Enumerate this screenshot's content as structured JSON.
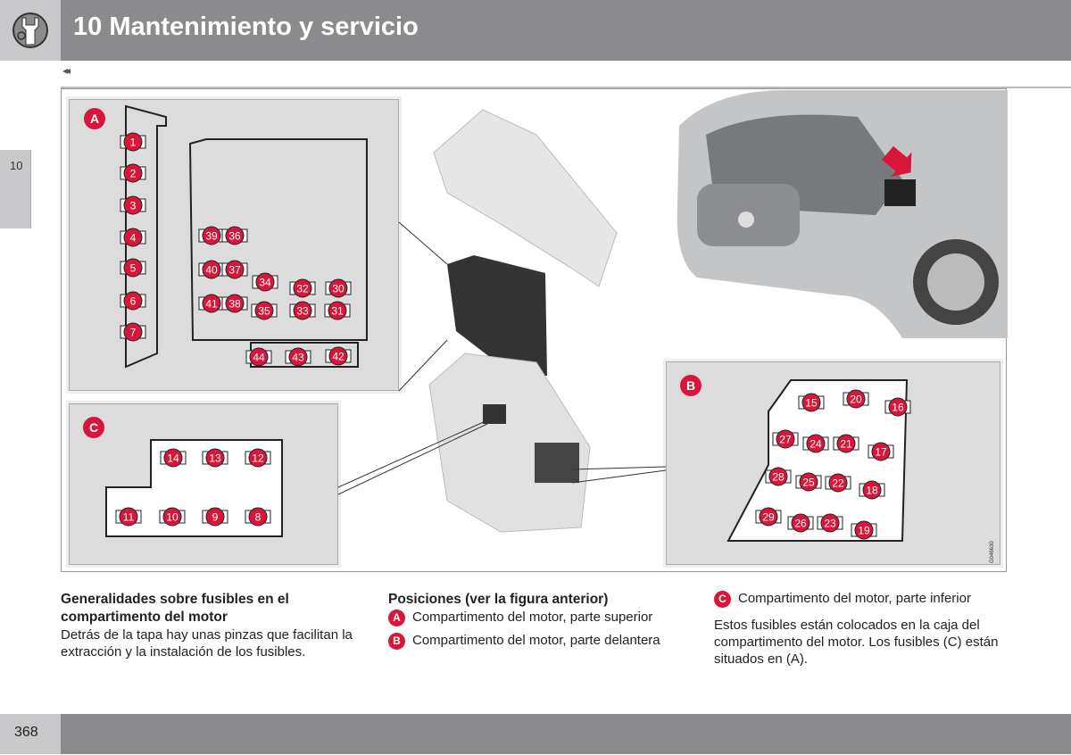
{
  "header": {
    "title": "10 Mantenimiento y servicio",
    "back_marker": "◂◂",
    "icon": "wrench-icon"
  },
  "chapter_tab": "10",
  "figure": {
    "code": "G046630",
    "badges": {
      "a": "A",
      "b": "B",
      "c": "C"
    },
    "panel_a_fuses": [
      "1",
      "2",
      "3",
      "4",
      "5",
      "6",
      "7",
      "39",
      "36",
      "40",
      "37",
      "34",
      "32",
      "30",
      "41",
      "38",
      "35",
      "33",
      "31",
      "44",
      "43",
      "42"
    ],
    "panel_c_fuses": [
      "14",
      "13",
      "12",
      "11",
      "10",
      "9",
      "8"
    ],
    "panel_b_fuses": [
      "15",
      "20",
      "16",
      "27",
      "24",
      "21",
      "17",
      "28",
      "25",
      "22",
      "18",
      "29",
      "26",
      "23",
      "19"
    ],
    "accent": "#d8163a"
  },
  "col1": {
    "heading": "Generalidades sobre fusibles en el compartimento del motor",
    "body": "Detrás de la tapa hay unas pinzas que facilitan la extracción y la instalación de los fusibles."
  },
  "col2": {
    "heading": "Posiciones (ver la figura anterior)",
    "items": [
      {
        "badge": "A",
        "text": "Compartimento del motor, parte superior"
      },
      {
        "badge": "B",
        "text": "Compartimento del motor, parte delantera"
      }
    ]
  },
  "col3": {
    "item": {
      "badge": "C",
      "text": "Compartimento del motor, parte inferior"
    },
    "body": "Estos fusibles están colocados en la caja del compartimento del motor. Los fusibles (C) están situados en (A)."
  },
  "footer": {
    "page_number": "368"
  }
}
